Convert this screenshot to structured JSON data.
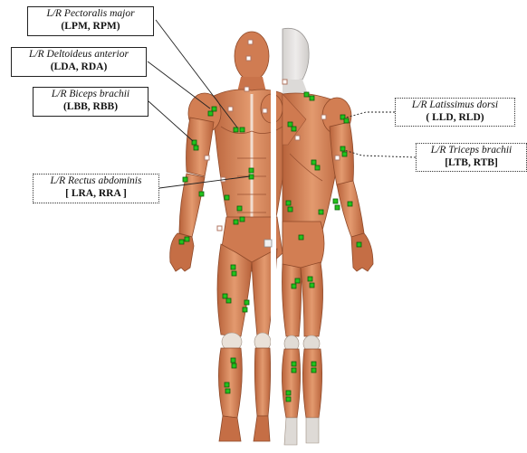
{
  "labels": {
    "pectoralis": {
      "name": "L/R  Pectoralis major",
      "code": "(LPM, RPM)"
    },
    "deltoideus": {
      "name": "L/R  Deltoideus anterior",
      "code": "(LDA, RDA)"
    },
    "biceps": {
      "name": "L/R Biceps brachii",
      "code": "(LBB, RBB)"
    },
    "rectus": {
      "name": "L/R Rectus abdominis",
      "code": "[ LRA, RRA ]"
    },
    "latissimus": {
      "name": "L/R  Latissimus dorsi",
      "code": "( LLD, RLD)"
    },
    "triceps": {
      "name": "L/R Triceps brachii",
      "code": "[LTB, RTB]"
    }
  },
  "colors": {
    "muscle": "#d9865a",
    "muscle_dark": "#b8623a",
    "tendon": "#e8e2dc",
    "skin_back": "#e3e1df",
    "electrode": "#22c21d",
    "electrode_border": "#0b5d09",
    "marker": "#b07560"
  }
}
